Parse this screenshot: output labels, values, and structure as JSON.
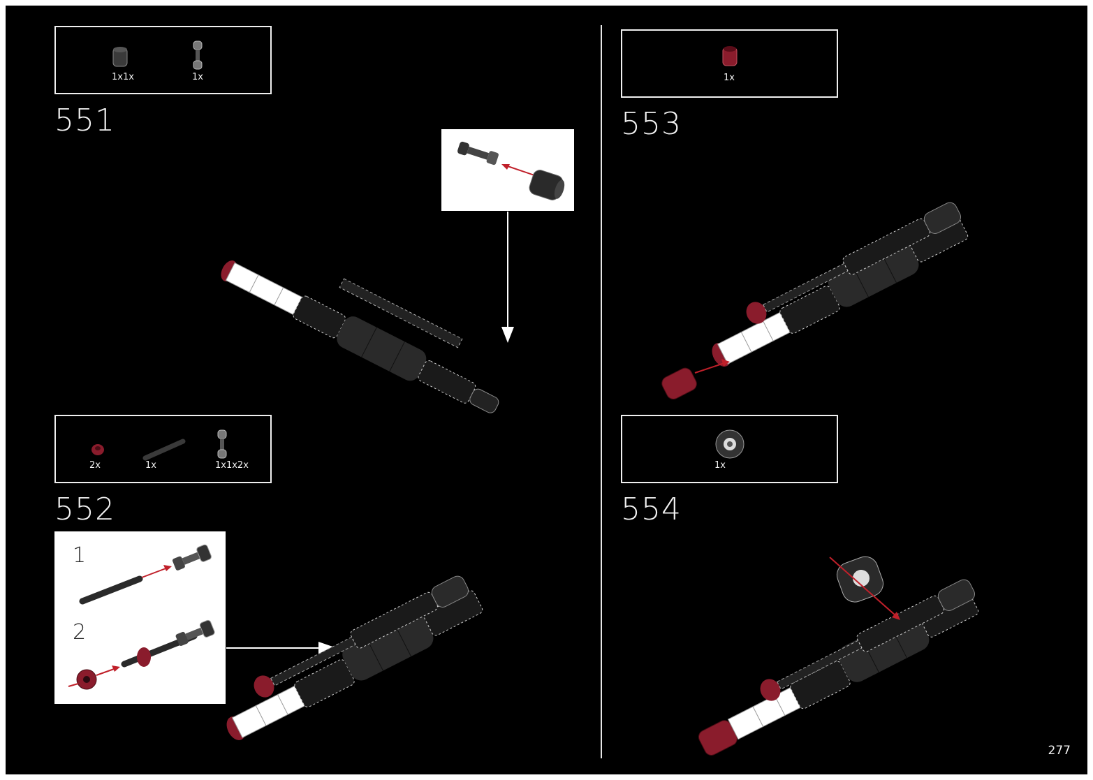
{
  "page_number": "277",
  "colors": {
    "background": "#000000",
    "frame": "#f0f0f0",
    "dark_red": "#8a1c2c",
    "arrow_red": "#c0202a",
    "part_dark": "#2a2a2a"
  },
  "steps": [
    {
      "number": "551",
      "parts": [
        {
          "qty": "1x1x",
          "icon": "dark-bushing-icon"
        },
        {
          "qty": "1x",
          "icon": "axle-connector-icon"
        }
      ]
    },
    {
      "number": "552",
      "parts": [
        {
          "qty": "2x",
          "icon": "red-bush-icon"
        },
        {
          "qty": "1x",
          "icon": "axle-rod-icon"
        },
        {
          "qty": "1x1x2x",
          "icon": "axle-connector-icon"
        }
      ],
      "substeps": [
        "1",
        "2"
      ]
    },
    {
      "number": "553",
      "parts": [
        {
          "qty": "1x",
          "icon": "red-bushing-icon"
        }
      ]
    },
    {
      "number": "554",
      "parts": [
        {
          "qty": "1x",
          "icon": "wheel-hub-icon"
        }
      ]
    }
  ]
}
